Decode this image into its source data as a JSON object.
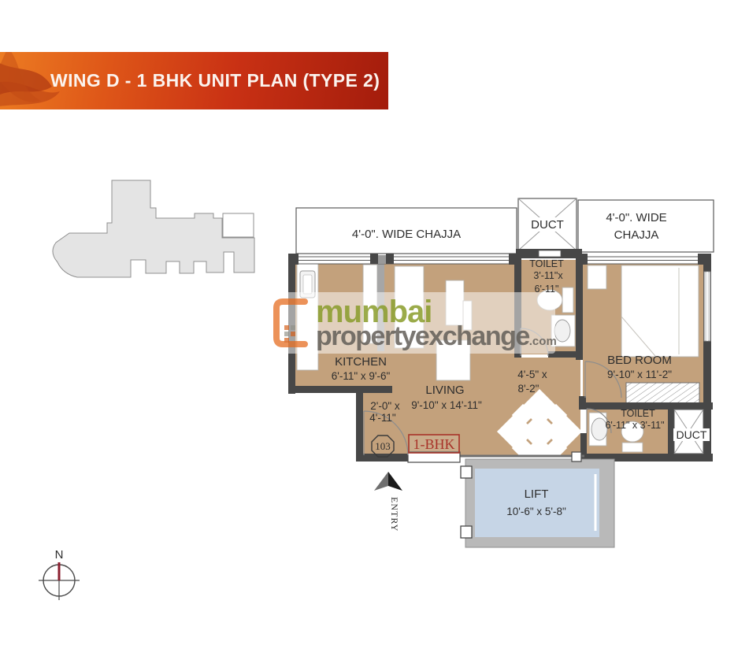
{
  "banner": {
    "title": "WING D - 1 BHK UNIT PLAN (TYPE 2)"
  },
  "watermark": {
    "brand_line1": "mumbai",
    "brand_line2": "propertyexchange",
    "brand_suffix": ".com"
  },
  "compass": {
    "label": "N"
  },
  "entry": {
    "label": "ENTRY"
  },
  "unit": {
    "number": "103",
    "type_label": "1-BHK"
  },
  "plan": {
    "chajja_left": "4'-0\". WIDE CHAJJA",
    "duct_top": "DUCT",
    "chajja_right_l1": "4'-0\". WIDE",
    "chajja_right_l2": "CHAJJA",
    "toilet_top": {
      "name": "TOILET",
      "dim1": "3'-11\"x",
      "dim2": "6'-11\""
    },
    "kitchen": {
      "name": "KITCHEN",
      "dims": "6'-11\" x 9'-6\""
    },
    "living": {
      "name": "LIVING",
      "dims": "9'-10\" x 14'-11\""
    },
    "passage": {
      "dim1": "4'-5\" x",
      "dim2": "8'-2\""
    },
    "bedroom": {
      "name": "BED ROOM",
      "dims": "9'-10\" x 11'-2\""
    },
    "toilet_bottom": {
      "name": "TOILET",
      "dims": "6'-11\" x 3'-11\""
    },
    "duct_bottom": "DUCT",
    "entry_passage": {
      "dim1": "2'-0\" x",
      "dim2": "4'-11\""
    },
    "lift": {
      "name": "LIFT",
      "dims": "10'-6\" x 5'-8\""
    }
  },
  "colors": {
    "floor_tan": "#c3a17c",
    "wall_dark": "#474747",
    "lift_blue": "#c6d5e6",
    "lift_gray": "#b9b9b9",
    "accent_red": "#a83228",
    "banner_orange": "#ec7c22",
    "banner_dark_red": "#a31c0c",
    "watermark_green": "#93a43b",
    "keyplan_gray": "#e4e4e4"
  }
}
